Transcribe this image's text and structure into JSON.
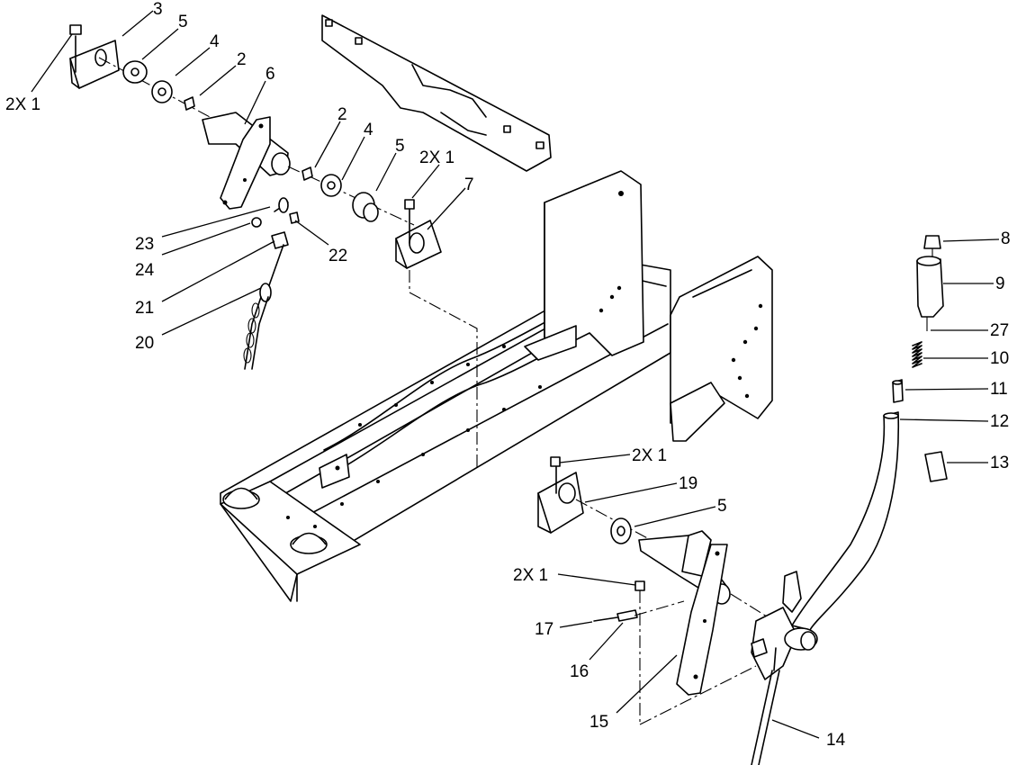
{
  "callouts": {
    "c_2x1_top_left": "2X 1",
    "c_3": "3",
    "c_5_top": "5",
    "c_4_top": "4",
    "c_2_top": "2",
    "c_6": "6",
    "c_2_mid": "2",
    "c_4_mid": "4",
    "c_5_mid": "5",
    "c_2x1_mid": "2X 1",
    "c_7": "7",
    "c_23": "23",
    "c_24": "24",
    "c_22": "22",
    "c_21": "21",
    "c_20": "20",
    "c_8": "8",
    "c_9": "9",
    "c_27": "27",
    "c_10": "10",
    "c_11": "11",
    "c_12": "12",
    "c_13": "13",
    "c_2x1_lower": "2X 1",
    "c_19": "19",
    "c_5_lower": "5",
    "c_2x1_bottom": "2X 1",
    "c_17": "17",
    "c_16": "16",
    "c_15": "15",
    "c_14": "14"
  }
}
